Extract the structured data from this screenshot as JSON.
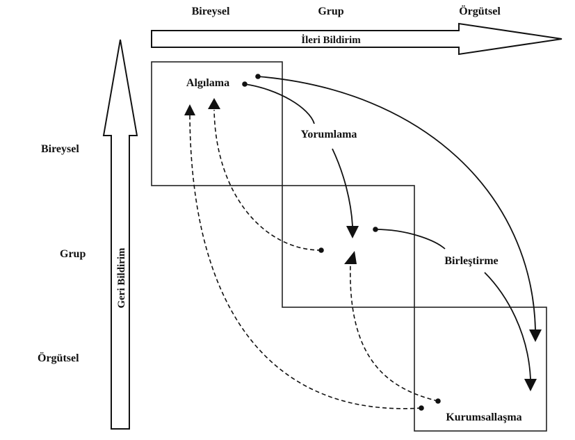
{
  "columns": [
    "Bireysel",
    "Grup",
    "Örgütsel"
  ],
  "rows": [
    "Bireysel",
    "Grup",
    "Örgütsel"
  ],
  "feed_forward_label": "İleri Bildirim",
  "feedback_label": "Geri Bildirim",
  "processes": {
    "intuiting": "Algılama",
    "interpreting": "Yorumlama",
    "integrating": "Birleştirme",
    "institutionalizing": "Kurumsallaşma"
  }
}
